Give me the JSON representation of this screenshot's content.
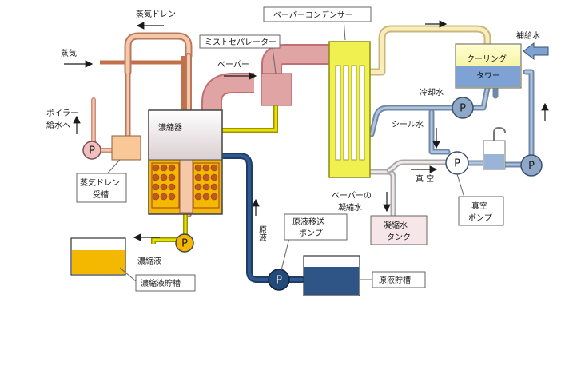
{
  "labels": {
    "steam_drain": "蒸気ドレン",
    "vapor_condenser": "ベーパーコンデンサー",
    "steam": "蒸気",
    "mist_separator": "ミストセパレーター",
    "vapor": "ベーパー",
    "makeup_water": "補給水",
    "boiler_feed_1": "ボイラー",
    "boiler_feed_2": "給水へ",
    "cooling_tower_1": "クーリング",
    "cooling_tower_2": "タワー",
    "cooling_water": "冷却水",
    "concentrator": "濃縮器",
    "seal_water": "シール水",
    "drain_receiver_1": "蒸気ドレン",
    "drain_receiver_2": "受槽",
    "vacuum": "真 空",
    "vacuum_pump_1": "真空",
    "vacuum_pump_2": "ポンプ",
    "vapor_condensate_1": "ベーパーの",
    "vapor_condensate_2": "凝縮水",
    "condensate_tank_1": "凝縮水",
    "condensate_tank_2": "タンク",
    "raw_liquid": "原液",
    "feed_pump_1": "原液移送",
    "feed_pump_2": "ポンプ",
    "concentrate": "濃縮液",
    "concentrate_tank": "濃縮液貯槽",
    "raw_tank": "原液貯槽",
    "pump_symbol": "P"
  },
  "colors": {
    "steam_pipe": "#c0714a",
    "drain_pipe": "#f5c8a8",
    "vapor_pipe": "#e0a4a4",
    "cooling_pipe": "#8fa8c8",
    "warm_pipe": "#fbedb8",
    "concentrate_pipe": "#d8d000",
    "raw_pipe": "#244a7a",
    "condenser": "#f0f050",
    "liquid_orange": "#f5b800",
    "raw_tank_fill": "#2e5585",
    "tower_water": "#7ea2d4"
  }
}
